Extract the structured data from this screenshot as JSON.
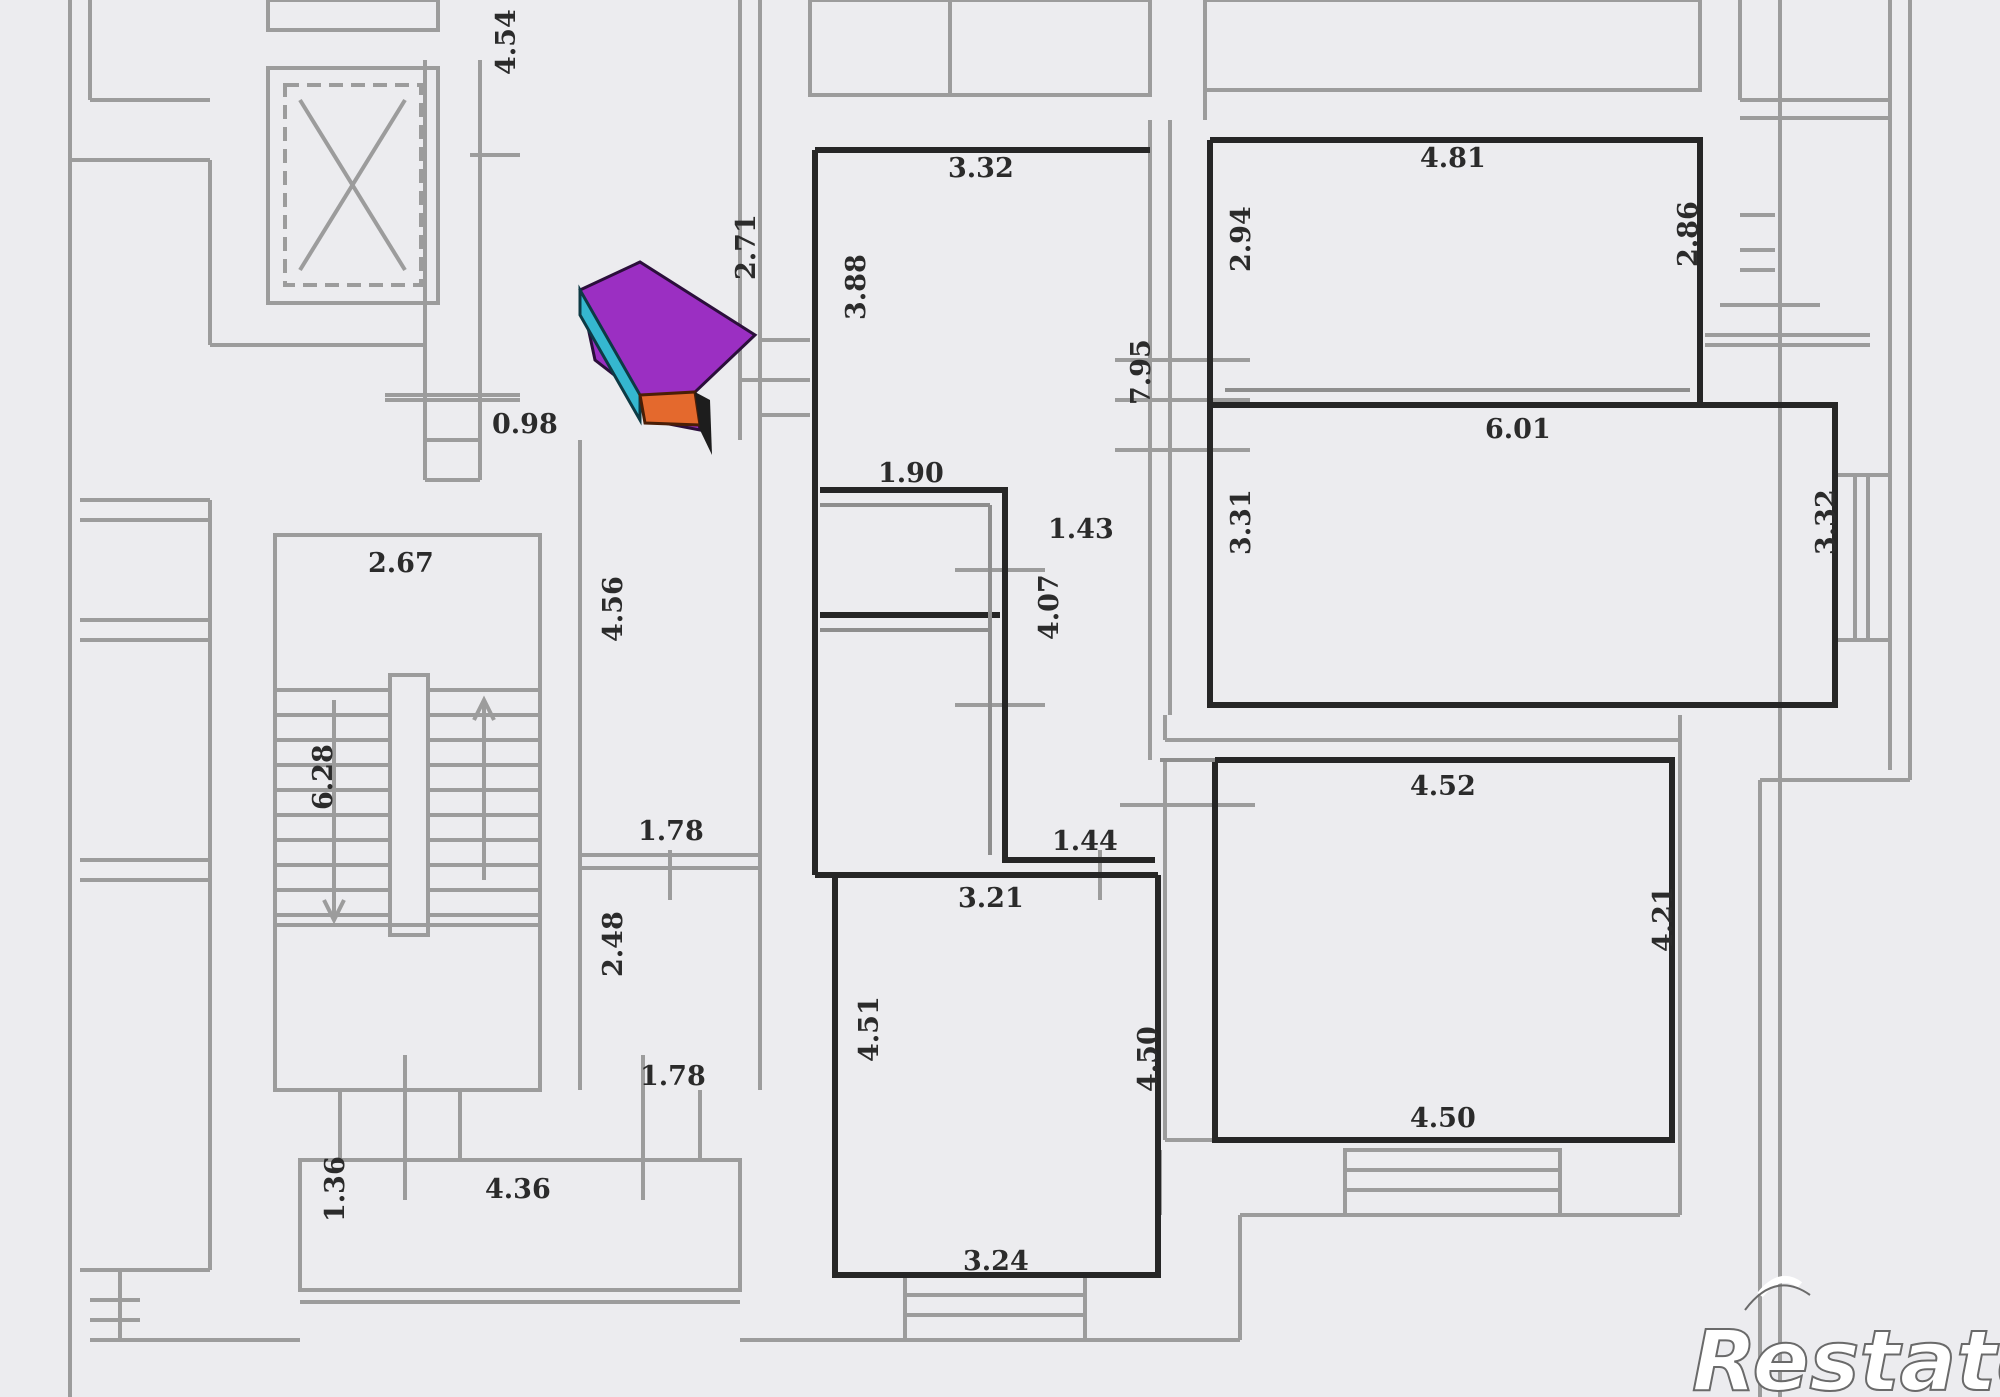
{
  "dimensions": {
    "d_454": "4.54",
    "d_332_top": "3.32",
    "d_481": "4.81",
    "d_271": "2.71",
    "d_388": "3.88",
    "d_294": "2.94",
    "d_286": "2.86",
    "d_795": "7.95",
    "d_601": "6.01",
    "d_098": "0.98",
    "d_190": "1.90",
    "d_143": "1.43",
    "d_331": "3.31",
    "d_332_right": "3.32",
    "d_267": "2.67",
    "d_456": "4.56",
    "d_407": "4.07",
    "d_452": "4.52",
    "d_628": "6.28",
    "d_178_top": "1.78",
    "d_144": "1.44",
    "d_321": "3.21",
    "d_248": "2.48",
    "d_421": "4.21",
    "d_451": "4.51",
    "d_450_vert": "4.50",
    "d_178_bottom": "1.78",
    "d_450_bottom": "4.50",
    "d_436": "4.36",
    "d_136": "1.36",
    "d_324": "3.24"
  },
  "watermark": {
    "brand": "Restate"
  },
  "colors": {
    "wall": "#2a2a2a",
    "thin_line": "#9a9a9a",
    "arrow_top": "#9b2fc2",
    "arrow_side": "#35b7cf",
    "arrow_front": "#e4692d"
  },
  "icons": {
    "entrance_marker": "entrance-arrow-icon",
    "brand_logo": "restate-logo-icon"
  }
}
